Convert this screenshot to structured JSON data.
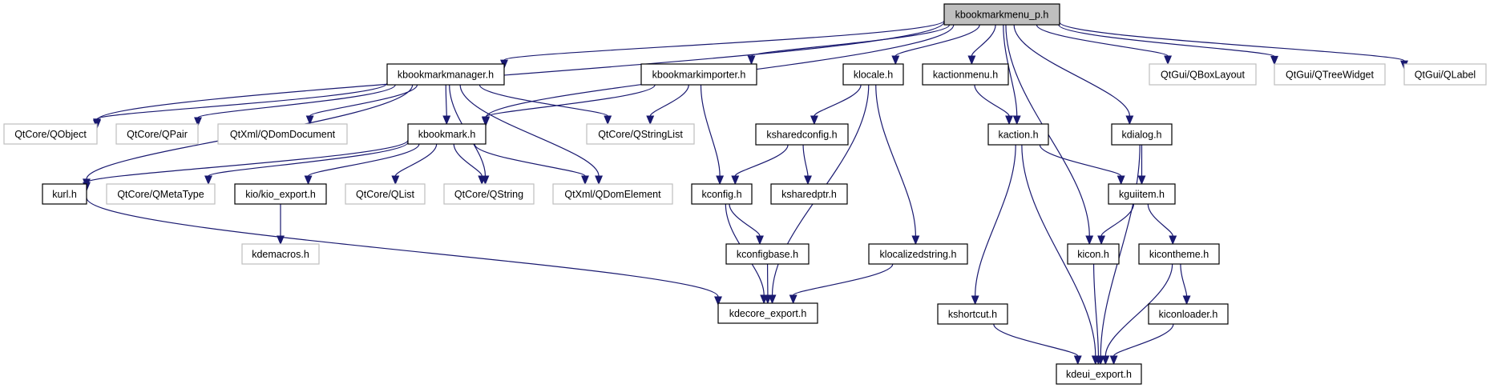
{
  "graph": {
    "title": "kbookmarkmenu_p.h",
    "edge_color": "#191970",
    "root_fill": "#bfbfbf",
    "external_border": "#bfbfbf",
    "nodes": [
      {
        "id": "kbookmarkmenu_p",
        "label": "kbookmarkmenu_p.h",
        "kind": "root"
      },
      {
        "id": "kbookmarkmanager",
        "label": "kbookmarkmanager.h",
        "kind": "local"
      },
      {
        "id": "kbookmarkimporter",
        "label": "kbookmarkimporter.h",
        "kind": "local"
      },
      {
        "id": "klocale",
        "label": "klocale.h",
        "kind": "local"
      },
      {
        "id": "kactionmenu",
        "label": "kactionmenu.h",
        "kind": "local"
      },
      {
        "id": "qboxlayout",
        "label": "QtGui/QBoxLayout",
        "kind": "external"
      },
      {
        "id": "qtreewidget",
        "label": "QtGui/QTreeWidget",
        "kind": "external"
      },
      {
        "id": "qlabel",
        "label": "QtGui/QLabel",
        "kind": "external"
      },
      {
        "id": "qobject",
        "label": "QtCore/QObject",
        "kind": "external"
      },
      {
        "id": "qpair",
        "label": "QtCore/QPair",
        "kind": "external"
      },
      {
        "id": "qdomdocument",
        "label": "QtXml/QDomDocument",
        "kind": "external"
      },
      {
        "id": "kbookmark",
        "label": "kbookmark.h",
        "kind": "local"
      },
      {
        "id": "qstringlist",
        "label": "QtCore/QStringList",
        "kind": "external"
      },
      {
        "id": "ksharedconfig",
        "label": "ksharedconfig.h",
        "kind": "local"
      },
      {
        "id": "kaction",
        "label": "kaction.h",
        "kind": "local"
      },
      {
        "id": "kdialog",
        "label": "kdialog.h",
        "kind": "local"
      },
      {
        "id": "kurl",
        "label": "kurl.h",
        "kind": "local"
      },
      {
        "id": "qmetatype",
        "label": "QtCore/QMetaType",
        "kind": "external"
      },
      {
        "id": "kio_export",
        "label": "kio/kio_export.h",
        "kind": "local"
      },
      {
        "id": "qlist",
        "label": "QtCore/QList",
        "kind": "external"
      },
      {
        "id": "qstring",
        "label": "QtCore/QString",
        "kind": "external"
      },
      {
        "id": "qdomelement",
        "label": "QtXml/QDomElement",
        "kind": "external"
      },
      {
        "id": "kconfig",
        "label": "kconfig.h",
        "kind": "local"
      },
      {
        "id": "ksharedptr",
        "label": "ksharedptr.h",
        "kind": "local"
      },
      {
        "id": "kguiitem",
        "label": "kguiitem.h",
        "kind": "local"
      },
      {
        "id": "kdemacros",
        "label": "kdemacros.h",
        "kind": "external"
      },
      {
        "id": "kconfigbase",
        "label": "kconfigbase.h",
        "kind": "local"
      },
      {
        "id": "klocalizedstring",
        "label": "klocalizedstring.h",
        "kind": "local"
      },
      {
        "id": "kicon",
        "label": "kicon.h",
        "kind": "local"
      },
      {
        "id": "kicontheme",
        "label": "kicontheme.h",
        "kind": "local"
      },
      {
        "id": "kdecore_export",
        "label": "kdecore_export.h",
        "kind": "local"
      },
      {
        "id": "kshortcut",
        "label": "kshortcut.h",
        "kind": "local"
      },
      {
        "id": "kiconloader",
        "label": "kiconloader.h",
        "kind": "local"
      },
      {
        "id": "kdeui_export",
        "label": "kdeui_export.h",
        "kind": "local"
      }
    ],
    "edges": [
      [
        "kbookmarkmenu_p",
        "qobject"
      ],
      [
        "kbookmarkmenu_p",
        "kbookmarkmanager"
      ],
      [
        "kbookmarkmenu_p",
        "kbookmark"
      ],
      [
        "kbookmarkmenu_p",
        "kbookmarkimporter"
      ],
      [
        "kbookmarkmenu_p",
        "klocale"
      ],
      [
        "kbookmarkmenu_p",
        "kactionmenu"
      ],
      [
        "kbookmarkmenu_p",
        "kaction"
      ],
      [
        "kbookmarkmenu_p",
        "kicon"
      ],
      [
        "kbookmarkmenu_p",
        "kdialog"
      ],
      [
        "kbookmarkmenu_p",
        "qboxlayout"
      ],
      [
        "kbookmarkmenu_p",
        "qtreewidget"
      ],
      [
        "kbookmarkmenu_p",
        "qlabel"
      ],
      [
        "kbookmarkmanager",
        "qobject"
      ],
      [
        "kbookmarkmanager",
        "qpair"
      ],
      [
        "kbookmarkmanager",
        "qdomdocument"
      ],
      [
        "kbookmarkmanager",
        "kbookmark"
      ],
      [
        "kbookmarkmanager",
        "qstringlist"
      ],
      [
        "kbookmarkmanager",
        "kurl"
      ],
      [
        "kbookmarkmanager",
        "qstring"
      ],
      [
        "kbookmarkmanager",
        "qdomelement"
      ],
      [
        "kbookmarkimporter",
        "kbookmark"
      ],
      [
        "kbookmarkimporter",
        "qstringlist"
      ],
      [
        "kbookmarkimporter",
        "kconfig"
      ],
      [
        "kbookmark",
        "kurl"
      ],
      [
        "kbookmark",
        "qmetatype"
      ],
      [
        "kbookmark",
        "kio_export"
      ],
      [
        "kbookmark",
        "qlist"
      ],
      [
        "kbookmark",
        "qstring"
      ],
      [
        "kbookmark",
        "qdomelement"
      ],
      [
        "kio_export",
        "kdemacros"
      ],
      [
        "kurl",
        "kdecore_export"
      ],
      [
        "klocale",
        "ksharedconfig"
      ],
      [
        "klocale",
        "kdecore_export"
      ],
      [
        "klocale",
        "klocalizedstring"
      ],
      [
        "ksharedconfig",
        "kconfig"
      ],
      [
        "ksharedconfig",
        "ksharedptr"
      ],
      [
        "kconfig",
        "kconfigbase"
      ],
      [
        "kconfig",
        "kdecore_export"
      ],
      [
        "kconfigbase",
        "kdecore_export"
      ],
      [
        "klocalizedstring",
        "kdecore_export"
      ],
      [
        "kactionmenu",
        "kaction"
      ],
      [
        "kaction",
        "kguiitem"
      ],
      [
        "kaction",
        "kshortcut"
      ],
      [
        "kaction",
        "kdeui_export"
      ],
      [
        "kdialog",
        "kguiitem"
      ],
      [
        "kdialog",
        "kdeui_export"
      ],
      [
        "kguiitem",
        "kicon"
      ],
      [
        "kguiitem",
        "kicontheme"
      ],
      [
        "kicon",
        "kdeui_export"
      ],
      [
        "kicontheme",
        "kiconloader"
      ],
      [
        "kicontheme",
        "kdeui_export"
      ],
      [
        "kiconloader",
        "kdeui_export"
      ],
      [
        "kshortcut",
        "kdeui_export"
      ]
    ]
  }
}
